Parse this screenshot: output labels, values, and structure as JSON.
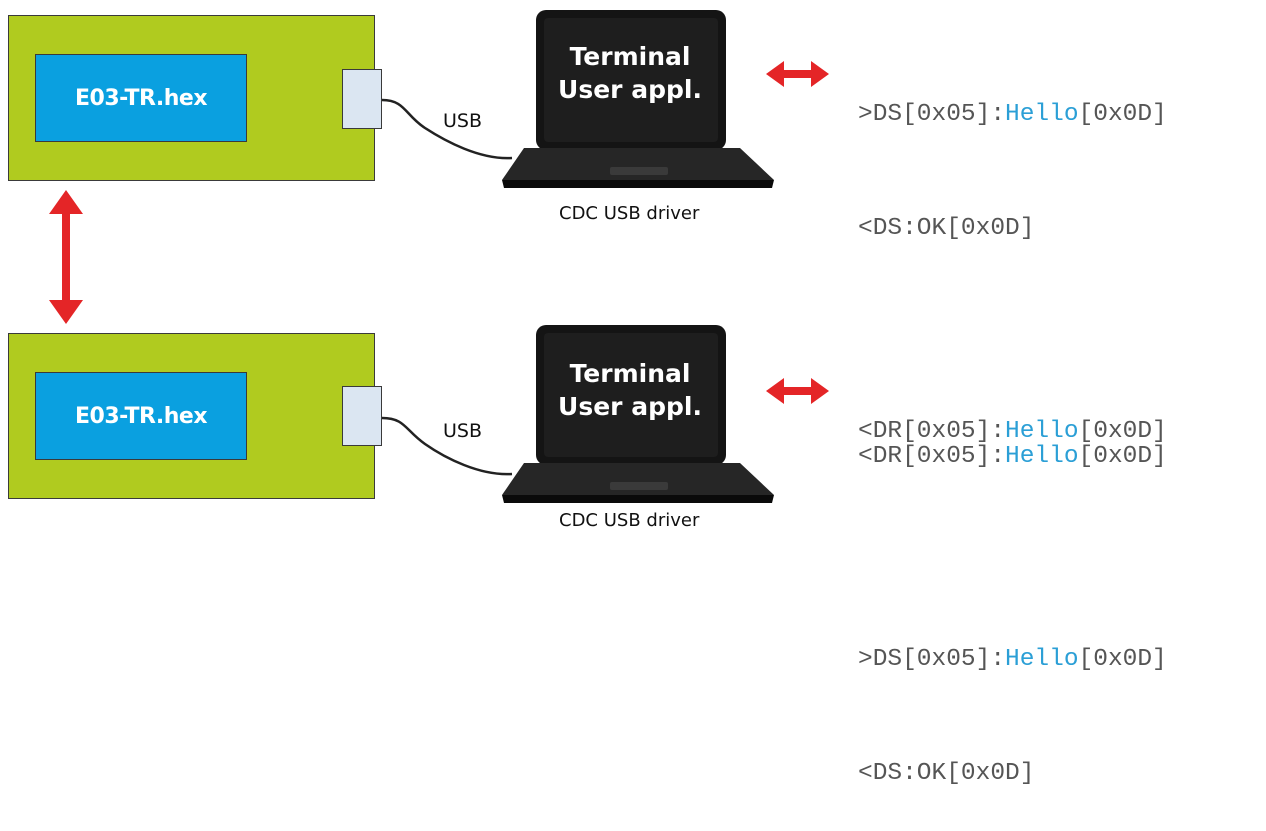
{
  "nodes": [
    {
      "chip_label": "E03-TR.hex",
      "usb_label": "USB",
      "screen_line1": "Terminal",
      "screen_line2": "User appl.",
      "driver_label": "CDC USB driver",
      "terminal": [
        {
          "pre": ">DS[0x05]:",
          "hl": "Hello",
          "post": "[0x0D]"
        },
        {
          "pre": "<DS:OK[0x0D]",
          "hl": "",
          "post": ""
        },
        {
          "pre": "",
          "hl": "",
          "post": ""
        },
        {
          "pre": "<DR[0x05]:",
          "hl": "Hello",
          "post": "[0x0D]"
        }
      ]
    },
    {
      "chip_label": "E03-TR.hex",
      "usb_label": "USB",
      "screen_line1": "Terminal",
      "screen_line2": "User appl.",
      "driver_label": "CDC USB driver",
      "terminal": [
        {
          "pre": "<DR[0x05]:",
          "hl": "Hello",
          "post": "[0x0D]"
        },
        {
          "pre": "",
          "hl": "",
          "post": ""
        },
        {
          "pre": ">DS[0x05]:",
          "hl": "Hello",
          "post": "[0x0D]"
        },
        {
          "pre": "<DS:OK[0x0D]",
          "hl": "",
          "post": ""
        }
      ]
    }
  ],
  "colors": {
    "board": "#b0cb1f",
    "chip": "#0aa0e0",
    "arrow": "#e42527",
    "highlight": "#2b9fd6"
  }
}
